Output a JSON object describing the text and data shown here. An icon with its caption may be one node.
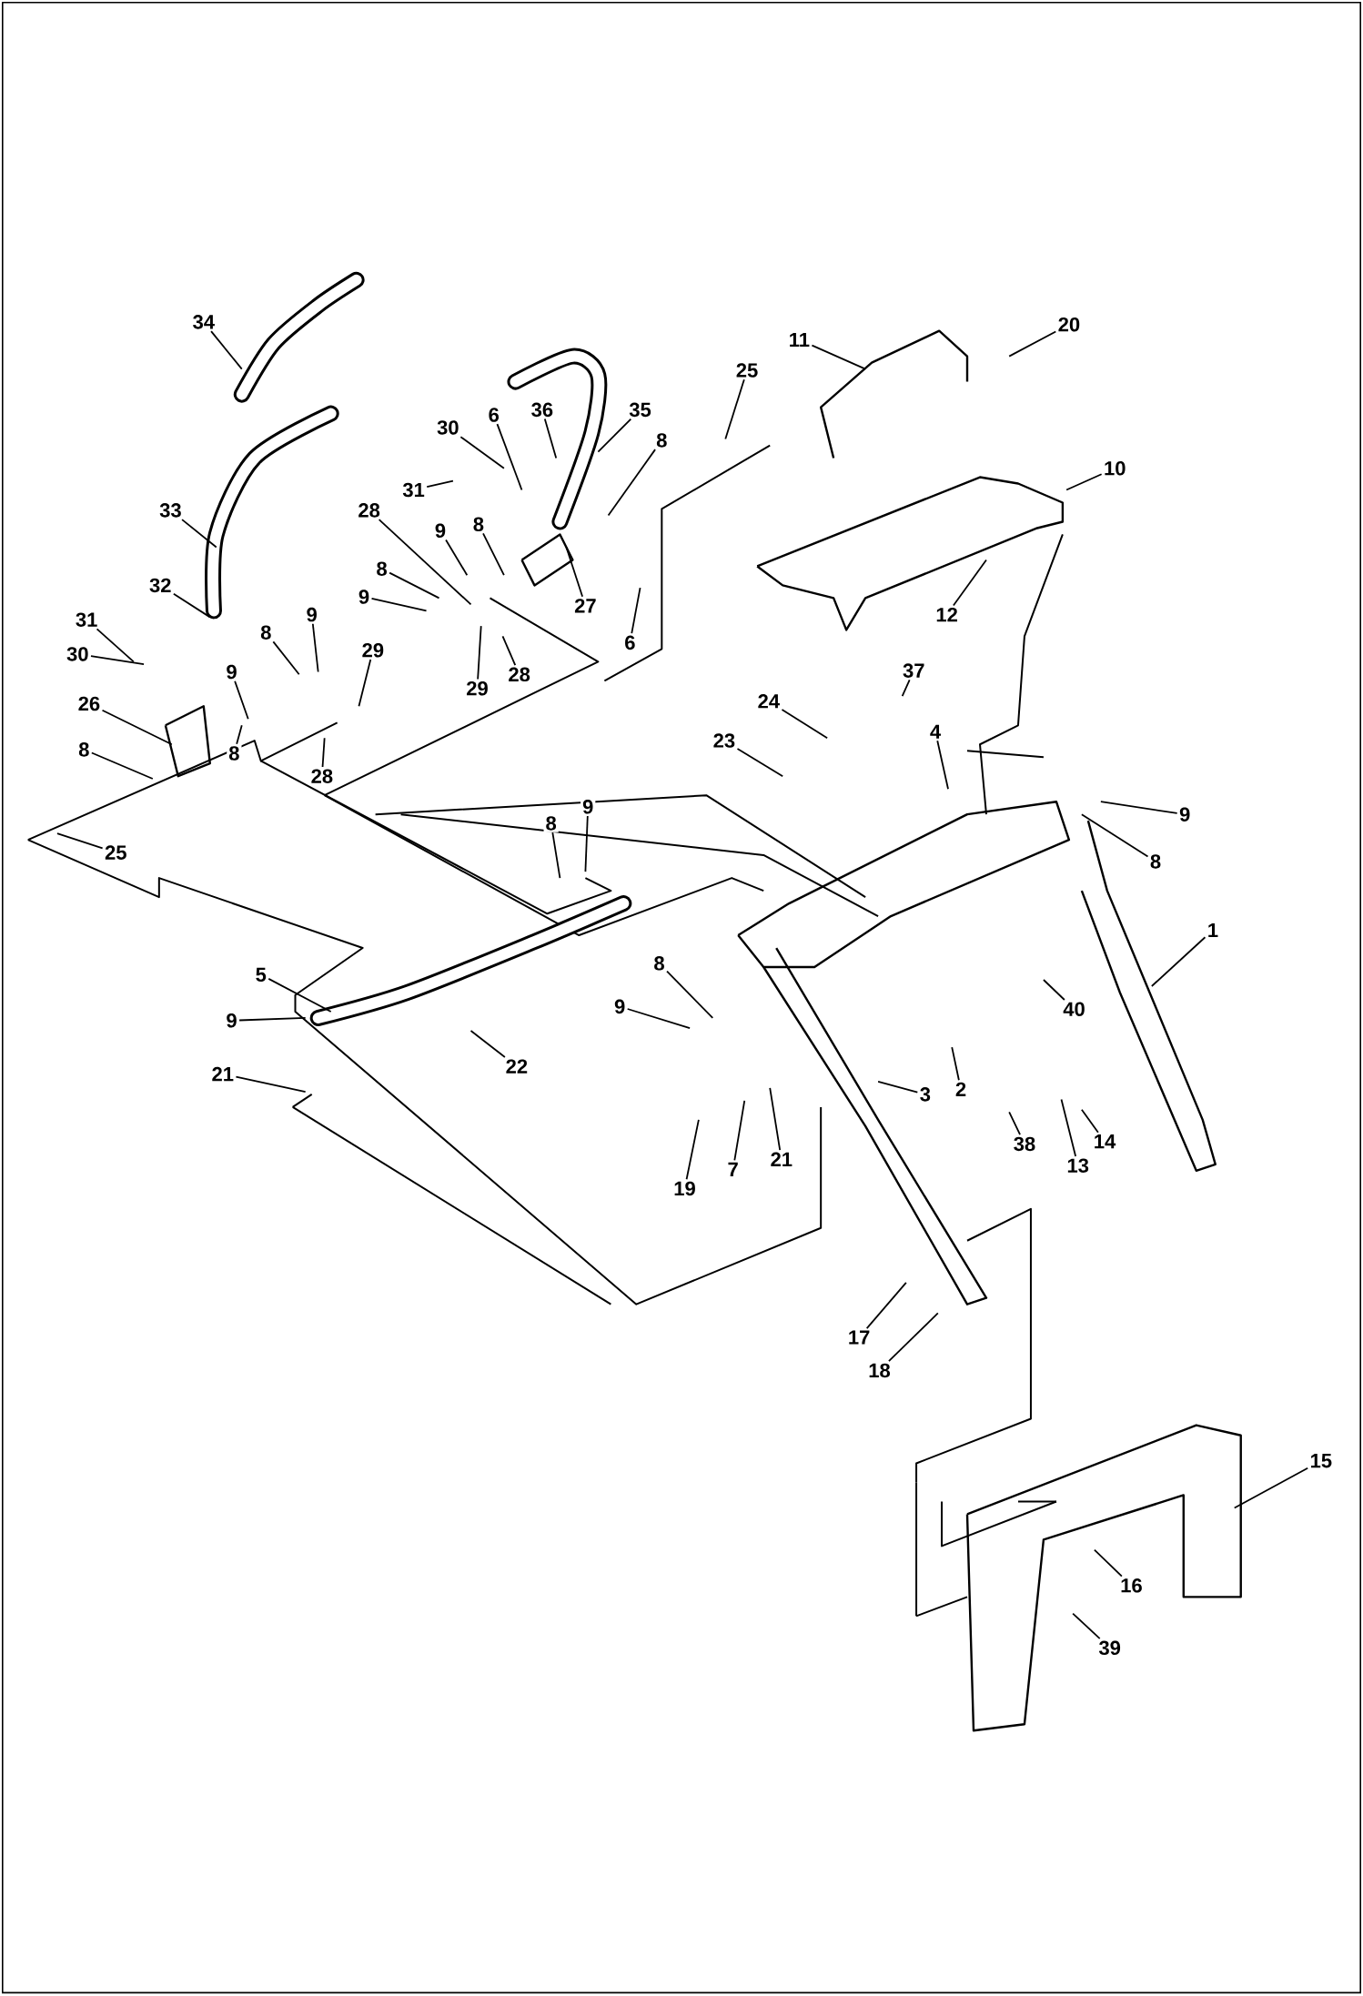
{
  "diagram": {
    "nodes": [
      {
        "text": [
          "34"
        ]
      },
      {
        "text": [
          "11"
        ]
      },
      {
        "text": [
          "20"
        ]
      },
      {
        "text": [
          "25"
        ]
      },
      {
        "text": [
          "30"
        ]
      },
      {
        "text": [
          "6"
        ]
      },
      {
        "text": [
          "36"
        ]
      },
      {
        "text": [
          "35"
        ]
      },
      {
        "text": [
          "8"
        ]
      },
      {
        "text": [
          "31"
        ]
      },
      {
        "text": [
          "10"
        ]
      },
      {
        "text": [
          "33"
        ]
      },
      {
        "text": [
          "28"
        ]
      },
      {
        "text": [
          "9"
        ]
      },
      {
        "text": [
          "8"
        ]
      },
      {
        "text": [
          "8"
        ]
      },
      {
        "text": [
          "9"
        ]
      },
      {
        "text": [
          "27"
        ]
      },
      {
        "text": [
          "6"
        ]
      },
      {
        "text": [
          "12"
        ]
      },
      {
        "text": [
          "32"
        ]
      },
      {
        "text": [
          "31"
        ]
      },
      {
        "text": [
          "8"
        ]
      },
      {
        "text": [
          "9"
        ]
      },
      {
        "text": [
          "29"
        ]
      },
      {
        "text": [
          "29"
        ]
      },
      {
        "text": [
          "28"
        ]
      },
      {
        "text": [
          "30"
        ]
      },
      {
        "text": [
          "9"
        ]
      },
      {
        "text": [
          "26"
        ]
      },
      {
        "text": [
          "28"
        ]
      },
      {
        "text": [
          "8"
        ]
      },
      {
        "text": [
          "37"
        ]
      },
      {
        "text": [
          "24"
        ]
      },
      {
        "text": [
          "23"
        ]
      },
      {
        "text": [
          "4"
        ]
      },
      {
        "text": [
          "8"
        ]
      },
      {
        "text": [
          "25"
        ]
      },
      {
        "text": [
          "8"
        ]
      },
      {
        "text": [
          "9"
        ]
      },
      {
        "text": [
          "9"
        ]
      },
      {
        "text": [
          "8"
        ]
      },
      {
        "text": [
          "1"
        ]
      },
      {
        "text": [
          "5"
        ]
      },
      {
        "text": [
          "9"
        ]
      },
      {
        "text": [
          "22"
        ]
      },
      {
        "text": [
          "8"
        ]
      },
      {
        "text": [
          "9"
        ]
      },
      {
        "text": [
          "40"
        ]
      },
      {
        "text": [
          "21"
        ]
      },
      {
        "text": [
          "3"
        ]
      },
      {
        "text": [
          "2"
        ]
      },
      {
        "text": [
          "38"
        ]
      },
      {
        "text": [
          "14"
        ]
      },
      {
        "text": [
          "13"
        ]
      },
      {
        "text": [
          "19"
        ]
      },
      {
        "text": [
          "7"
        ]
      },
      {
        "text": [
          "21"
        ]
      },
      {
        "text": [
          "17"
        ]
      },
      {
        "text": [
          "18"
        ]
      },
      {
        "text": [
          "15"
        ]
      },
      {
        "text": [
          "16"
        ]
      },
      {
        "text": [
          "39"
        ]
      }
    ],
    "edges": [
      {
        "from": 0,
        "to": null,
        "arrow": "none"
      },
      {
        "from": 1,
        "to": null,
        "arrow": "none"
      },
      {
        "from": 2,
        "to": null,
        "arrow": "none"
      },
      {
        "from": 3,
        "to": null,
        "arrow": "none"
      },
      {
        "from": 4,
        "to": null,
        "arrow": "none"
      },
      {
        "from": 5,
        "to": null,
        "arrow": "none"
      },
      {
        "from": 6,
        "to": null,
        "arrow": "none"
      },
      {
        "from": 7,
        "to": null,
        "arrow": "none"
      },
      {
        "from": 8,
        "to": null,
        "arrow": "none"
      },
      {
        "from": 9,
        "to": null,
        "arrow": "none"
      },
      {
        "from": 10,
        "to": null,
        "arrow": "none"
      },
      {
        "from": 11,
        "to": null,
        "arrow": "none"
      },
      {
        "from": 12,
        "to": null,
        "arrow": "none"
      },
      {
        "from": 13,
        "to": null,
        "arrow": "none"
      },
      {
        "from": 14,
        "to": null,
        "arrow": "none"
      },
      {
        "from": 15,
        "to": null,
        "arrow": "none"
      },
      {
        "from": 16,
        "to": null,
        "arrow": "none"
      },
      {
        "from": 17,
        "to": null,
        "arrow": "none"
      },
      {
        "from": 18,
        "to": null,
        "arrow": "none"
      },
      {
        "from": 19,
        "to": null,
        "arrow": "none"
      },
      {
        "from": 20,
        "to": null,
        "arrow": "none"
      },
      {
        "from": 21,
        "to": null,
        "arrow": "none"
      },
      {
        "from": 22,
        "to": null,
        "arrow": "none"
      },
      {
        "from": 23,
        "to": null,
        "arrow": "none"
      },
      {
        "from": 24,
        "to": null,
        "arrow": "none"
      },
      {
        "from": 25,
        "to": null,
        "arrow": "none"
      },
      {
        "from": 26,
        "to": null,
        "arrow": "none"
      },
      {
        "from": 27,
        "to": null,
        "arrow": "none"
      },
      {
        "from": 28,
        "to": null,
        "arrow": "none"
      },
      {
        "from": 29,
        "to": null,
        "arrow": "none"
      },
      {
        "from": 30,
        "to": null,
        "arrow": "none"
      },
      {
        "from": 31,
        "to": null,
        "arrow": "none"
      },
      {
        "from": 32,
        "to": null,
        "arrow": "none"
      },
      {
        "from": 33,
        "to": null,
        "arrow": "none"
      },
      {
        "from": 34,
        "to": null,
        "arrow": "none"
      },
      {
        "from": 35,
        "to": null,
        "arrow": "none"
      },
      {
        "from": 36,
        "to": null,
        "arrow": "none"
      },
      {
        "from": 37,
        "to": null,
        "arrow": "none"
      },
      {
        "from": 38,
        "to": null,
        "arrow": "none"
      },
      {
        "from": 39,
        "to": null,
        "arrow": "none"
      },
      {
        "from": 40,
        "to": null,
        "arrow": "none"
      },
      {
        "from": 41,
        "to": null,
        "arrow": "none"
      },
      {
        "from": 42,
        "to": null,
        "arrow": "none"
      },
      {
        "from": 43,
        "to": null,
        "arrow": "none"
      },
      {
        "from": 44,
        "to": null,
        "arrow": "none"
      },
      {
        "from": 45,
        "to": null,
        "arrow": "none"
      },
      {
        "from": 46,
        "to": null,
        "arrow": "none"
      },
      {
        "from": 47,
        "to": null,
        "arrow": "none"
      },
      {
        "from": 48,
        "to": null,
        "arrow": "none"
      },
      {
        "from": 49,
        "to": null,
        "arrow": "none"
      },
      {
        "from": 50,
        "to": null,
        "arrow": "none"
      },
      {
        "from": 51,
        "to": null,
        "arrow": "none"
      },
      {
        "from": 52,
        "to": null,
        "arrow": "none"
      },
      {
        "from": 53,
        "to": null,
        "arrow": "none"
      },
      {
        "from": 54,
        "to": null,
        "arrow": "none"
      },
      {
        "from": 55,
        "to": null,
        "arrow": "none"
      },
      {
        "from": 56,
        "to": null,
        "arrow": "none"
      },
      {
        "from": 57,
        "to": null,
        "arrow": "none"
      },
      {
        "from": 58,
        "to": null,
        "arrow": "none"
      },
      {
        "from": 59,
        "to": null,
        "arrow": "none"
      },
      {
        "from": 60,
        "to": null,
        "arrow": "none"
      },
      {
        "from": 61,
        "to": null,
        "arrow": "none"
      },
      {
        "from": 62,
        "to": null,
        "arrow": "none"
      }
    ]
  }
}
